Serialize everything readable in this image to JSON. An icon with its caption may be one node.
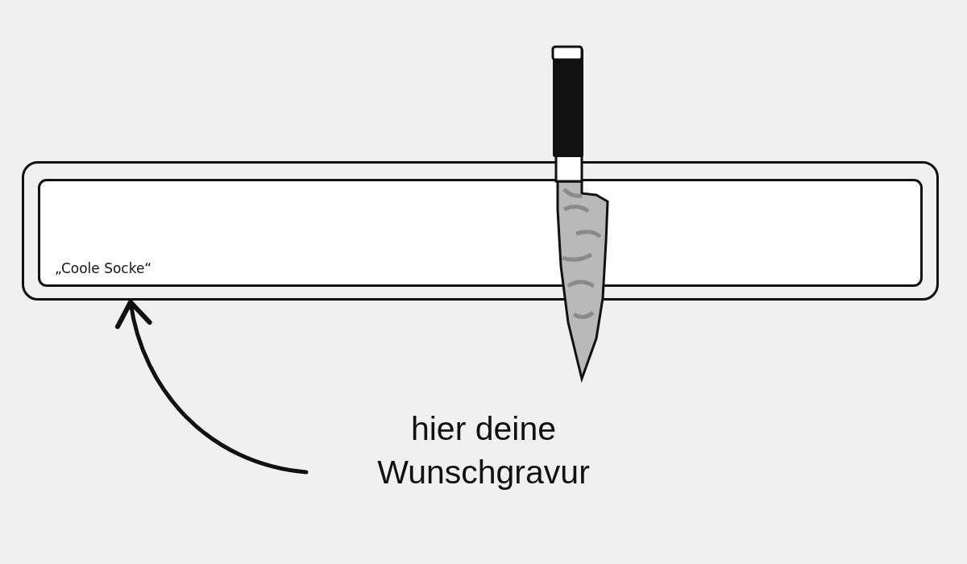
{
  "diagram": {
    "nodes": [
      {
        "text": [],
        "shape": "bar"
      },
      {
        "text": [
          "„Coole Socke“"
        ],
        "in": 0
      },
      {
        "text": [
          "hier deine Wunschgravur"
        ]
      }
    ],
    "edges": [
      {
        "from": 2,
        "to": 0,
        "arrow": "to"
      }
    ]
  }
}
